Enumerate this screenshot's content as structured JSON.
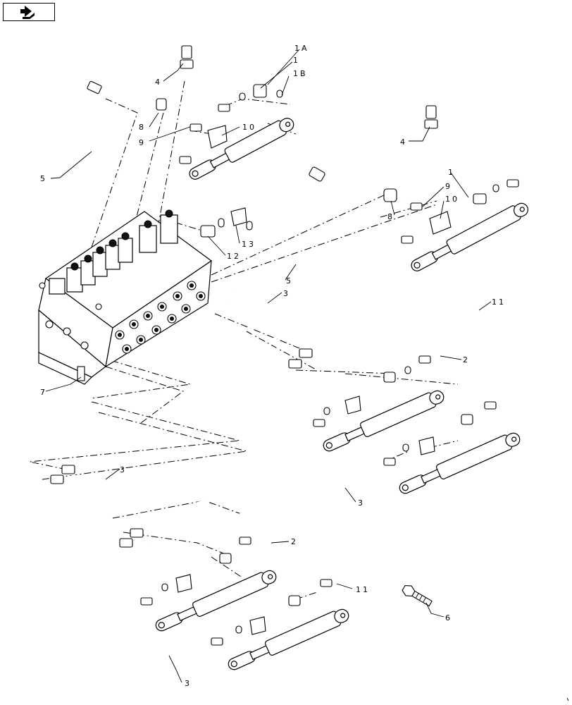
{
  "diagram": {
    "callouts": [
      {
        "id": "c-1a",
        "text": "1A"
      },
      {
        "id": "c-1-top",
        "text": "1"
      },
      {
        "id": "c-1b",
        "text": "1B"
      },
      {
        "id": "c-4-left",
        "text": "4"
      },
      {
        "id": "c-8-left",
        "text": "8"
      },
      {
        "id": "c-9-left",
        "text": "9"
      },
      {
        "id": "c-10-left",
        "text": "10"
      },
      {
        "id": "c-5-left",
        "text": "5"
      },
      {
        "id": "c-4-right",
        "text": "4"
      },
      {
        "id": "c-1-right",
        "text": "1"
      },
      {
        "id": "c-9-right",
        "text": "9"
      },
      {
        "id": "c-10-right",
        "text": "10"
      },
      {
        "id": "c-8-right",
        "text": "8"
      },
      {
        "id": "c-12",
        "text": "12"
      },
      {
        "id": "c-13",
        "text": "13"
      },
      {
        "id": "c-5-mid",
        "text": "5"
      },
      {
        "id": "c-3-mid",
        "text": "3"
      },
      {
        "id": "c-11-right",
        "text": "11"
      },
      {
        "id": "c-2-right",
        "text": "2"
      },
      {
        "id": "c-7",
        "text": "7"
      },
      {
        "id": "c-3-lowerright",
        "text": "3"
      },
      {
        "id": "c-3-left",
        "text": "3"
      },
      {
        "id": "c-2-lower",
        "text": "2"
      },
      {
        "id": "c-11-lower",
        "text": "11"
      },
      {
        "id": "c-6",
        "text": "6"
      },
      {
        "id": "c-3-bottom",
        "text": "3"
      }
    ]
  }
}
